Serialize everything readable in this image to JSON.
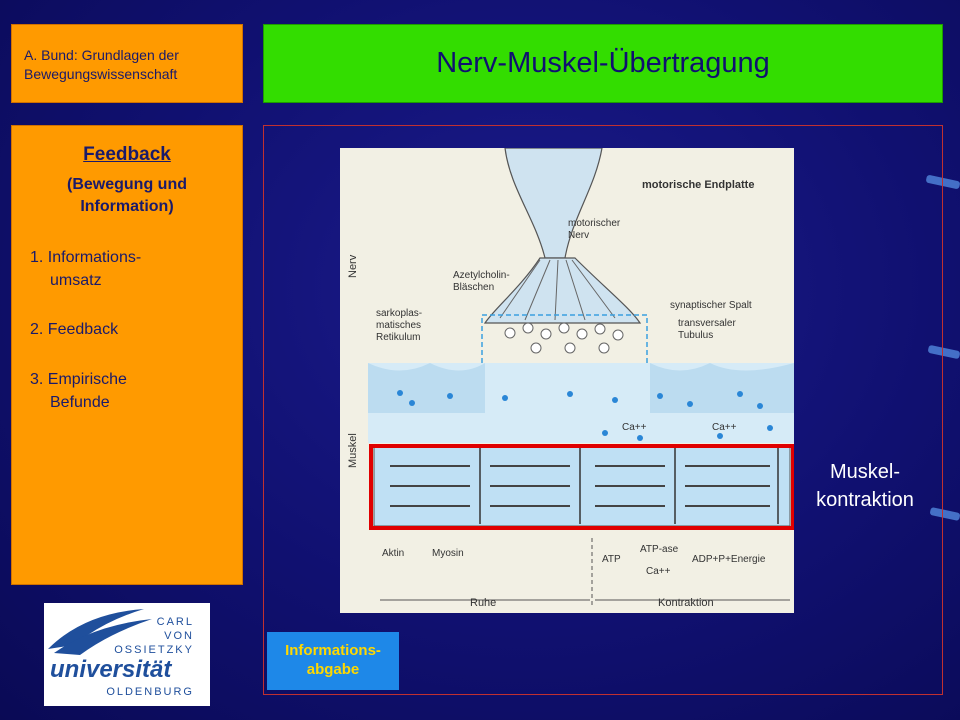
{
  "header": {
    "author": "A. Bund: Grundlagen der",
    "author_line2": "Bewegungswissenschaft",
    "title": "Nerv-Muskel-Übertragung"
  },
  "menu": {
    "heading": "Feedback",
    "subheading": "(Bewegung und",
    "subheading_line2": "Information)",
    "items": [
      {
        "number": "1.",
        "label": "Informations-",
        "label_line2": "umsatz"
      },
      {
        "number": "2.",
        "label": "Feedback"
      },
      {
        "number": "3.",
        "label": "Empirische",
        "label_line2": "Befunde"
      }
    ]
  },
  "figure": {
    "labels": {
      "nerv": "Nerv",
      "muskel": "Muskel",
      "endplatte": "motorische Endplatte",
      "motorischer_nerv_1": "motorischer",
      "motorischer_nerv_2": "Nerv",
      "azetyl_1": "Azetylcholin-",
      "azetyl_2": "Bläschen",
      "sarko_1": "sarkoplas-",
      "sarko_2": "matisches",
      "sarko_3": "Retikulum",
      "spalt": "synaptischer Spalt",
      "tubulus_1": "transversaler",
      "tubulus_2": "Tubulus",
      "ca1": "Ca++",
      "ca2": "Ca++",
      "aktin": "Aktin",
      "myosin": "Myosin",
      "atp": "ATP",
      "atpase": "ATP-ase",
      "ca3": "Ca++",
      "products": "ADP+P+Energie",
      "ruhe": "Ruhe",
      "kontraktion": "Kontraktion"
    }
  },
  "annotation": {
    "muscle_line1": "Muskel-",
    "muscle_line2": "kontraktion"
  },
  "info_box": {
    "line1": "Informations-",
    "line2": "abgabe"
  },
  "logo": {
    "line1": "CARL",
    "line2": "VON",
    "line3": "OSSIETZKY",
    "word": "universität",
    "city": "OLDENBURG"
  },
  "colors": {
    "background": "#101070",
    "orange_panel": "#ff9a00",
    "title_green": "#33dd00",
    "highlight_red": "#e00000",
    "info_blue": "#1e88e8",
    "info_text": "#ffd800"
  }
}
